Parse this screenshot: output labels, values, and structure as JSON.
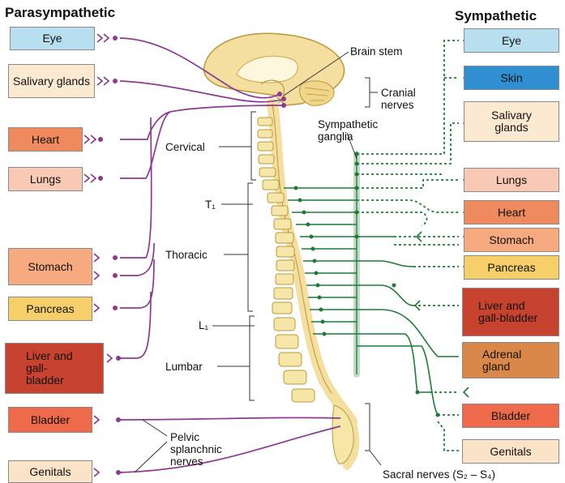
{
  "titles": {
    "left": "Parasympathetic",
    "right": "Sympathetic"
  },
  "parasympathetic": [
    {
      "label": "Eye",
      "color": "#b7dff0"
    },
    {
      "label": "Salivary glands",
      "color": "#fbe9d2"
    },
    {
      "label": "Heart",
      "color": "#ef8a5e"
    },
    {
      "label": "Lungs",
      "color": "#f9c9b6"
    },
    {
      "label": "Stomach",
      "color": "#f7a980"
    },
    {
      "label": "Pancreas",
      "color": "#f6cf6a"
    },
    {
      "label": "Liver and gall-bladder",
      "color": "#c7432f"
    },
    {
      "label": "Bladder",
      "color": "#ee6a4a"
    },
    {
      "label": "Genitals",
      "color": "#fbe3c7"
    }
  ],
  "sympathetic": [
    {
      "label": "Eye",
      "color": "#b7dff0"
    },
    {
      "label": "Skin",
      "color": "#2f8fd0"
    },
    {
      "label": "Salivary glands",
      "color": "#fbe9d2"
    },
    {
      "label": "Lungs",
      "color": "#f9c9b6"
    },
    {
      "label": "Heart",
      "color": "#ef8a5e"
    },
    {
      "label": "Stomach",
      "color": "#f7a980"
    },
    {
      "label": "Pancreas",
      "color": "#f6cf6a"
    },
    {
      "label": "Liver and gall-bladder",
      "color": "#c7432f"
    },
    {
      "label": "Adrenal gland",
      "color": "#d9884a"
    },
    {
      "label": "Bladder",
      "color": "#ee6a4a"
    },
    {
      "label": "Genitals",
      "color": "#fbe3c7"
    }
  ],
  "labels": {
    "brain_stem": "Brain stem",
    "cranial_nerves": "Cranial nerves",
    "sympathetic_ganglia": "Sympathetic ganglia",
    "cervical": "Cervical",
    "t1": "T₁",
    "thoracic": "Thoracic",
    "l1": "L₁",
    "lumbar": "Lumbar",
    "pelvic_splanchnic": "Pelvic splanchnic nerves",
    "sacral_nerves": "Sacral nerves (S₂ – S₄)"
  },
  "colors": {
    "parasympathetic_nerve": "#8b3a8f",
    "sympathetic_nerve": "#1f7a3a",
    "bone": "#f6e6a8"
  }
}
